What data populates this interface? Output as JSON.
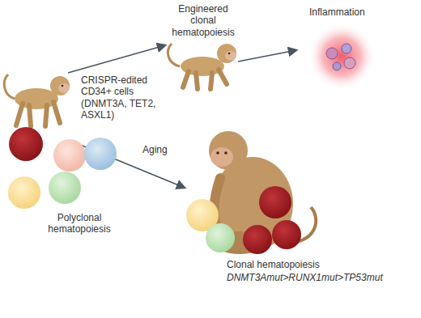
{
  "diagram": {
    "labels": [
      "CRISPR-edited CD34+ cells (DNMT3A, TET2, ASXL1)",
      "Engineered clonal hematopoiesis",
      "Inflammation",
      "Aging",
      "Polyclonal hematopoiesis",
      "Clonal hematopoiesis",
      "DNMT3Amut>RUNX1mut>TP53mut"
    ]
  }
}
